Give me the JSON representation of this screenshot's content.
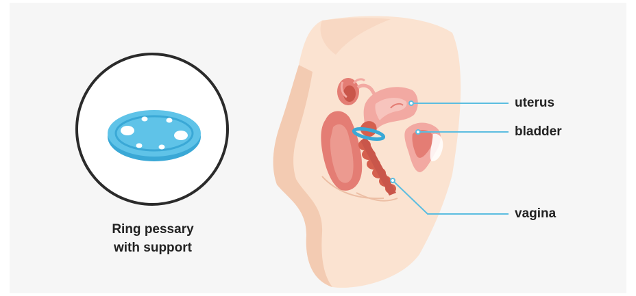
{
  "colors": {
    "background": "#f6f6f6",
    "skin": "#fbe3d1",
    "skin_shadow": "#f1c7ae",
    "organ_pink": "#f2a9a2",
    "organ_dark": "#e47d74",
    "vaginal_canal": "#d45f4e",
    "pessary_blue": "#5bbde0",
    "pessary_dark": "#2f9fcc",
    "leader_line": "#5bbde0",
    "text": "#222222"
  },
  "inset": {
    "caption_line1": "Ring pessary",
    "caption_line2": "with support",
    "icon": "ring-pessary-icon"
  },
  "labels": {
    "uterus": "uterus",
    "bladder": "bladder",
    "vagina": "vagina"
  }
}
